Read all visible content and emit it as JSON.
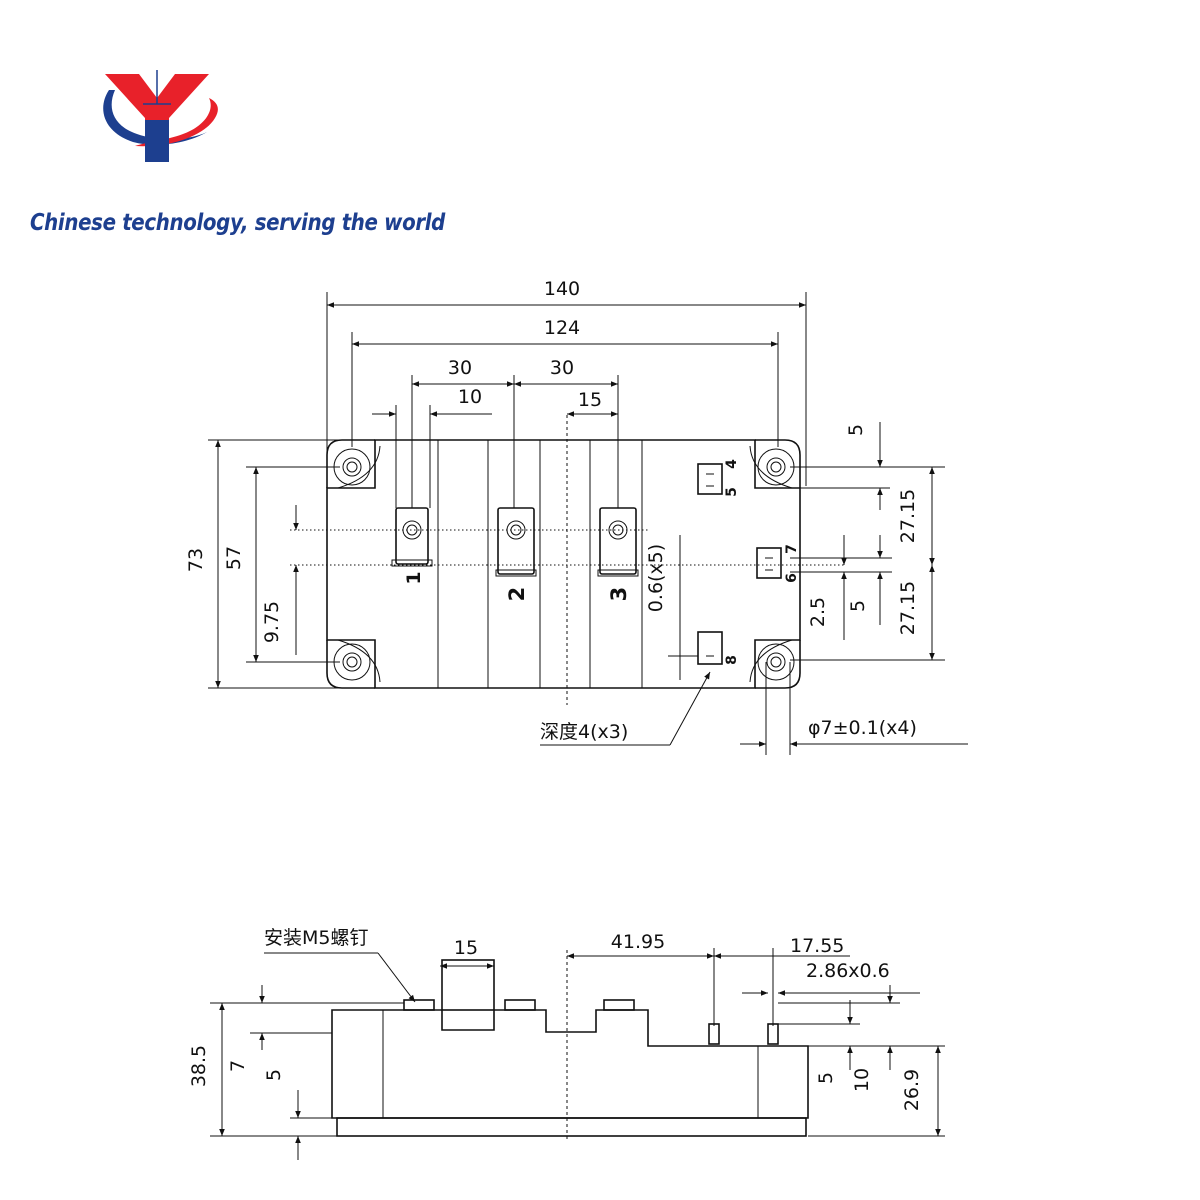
{
  "brand": {
    "tagline": "Chinese technology, serving the world",
    "colors": {
      "red": "#e8212a",
      "blue": "#1d3f8f"
    }
  },
  "top_view": {
    "dim_overall_length": "140",
    "dim_hole_spacing": "124",
    "dim_pitch_a": "30",
    "dim_pitch_b": "30",
    "dim_10": "10",
    "dim_15": "15",
    "dim_5_top": "5",
    "dim_27_15_a": "27.15",
    "dim_27_15_b": "27.15",
    "dim_73": "73",
    "dim_57": "57",
    "dim_9_75": "9.75",
    "dim_0_6": "0.6(x5)",
    "dim_2_5": "2.5",
    "dim_5_right": "5",
    "terminal_1": "1",
    "terminal_2": "2",
    "terminal_3": "3",
    "pin_4": "4",
    "pin_5": "5",
    "pin_6": "6",
    "pin_7": "7",
    "pin_8": "8",
    "depth_note": "深度4(x3)",
    "hole_note": "φ7±0.1(x4)"
  },
  "side_view": {
    "screw_note": "安装M5螺钉",
    "dim_15": "15",
    "dim_41_95": "41.95",
    "dim_17_55": "17.55",
    "dim_pin": "2.86x0.6",
    "dim_38_5": "38.5",
    "dim_7": "7",
    "dim_5_left": "5",
    "dim_5_right": "5",
    "dim_10": "10",
    "dim_26_9": "26.9"
  }
}
